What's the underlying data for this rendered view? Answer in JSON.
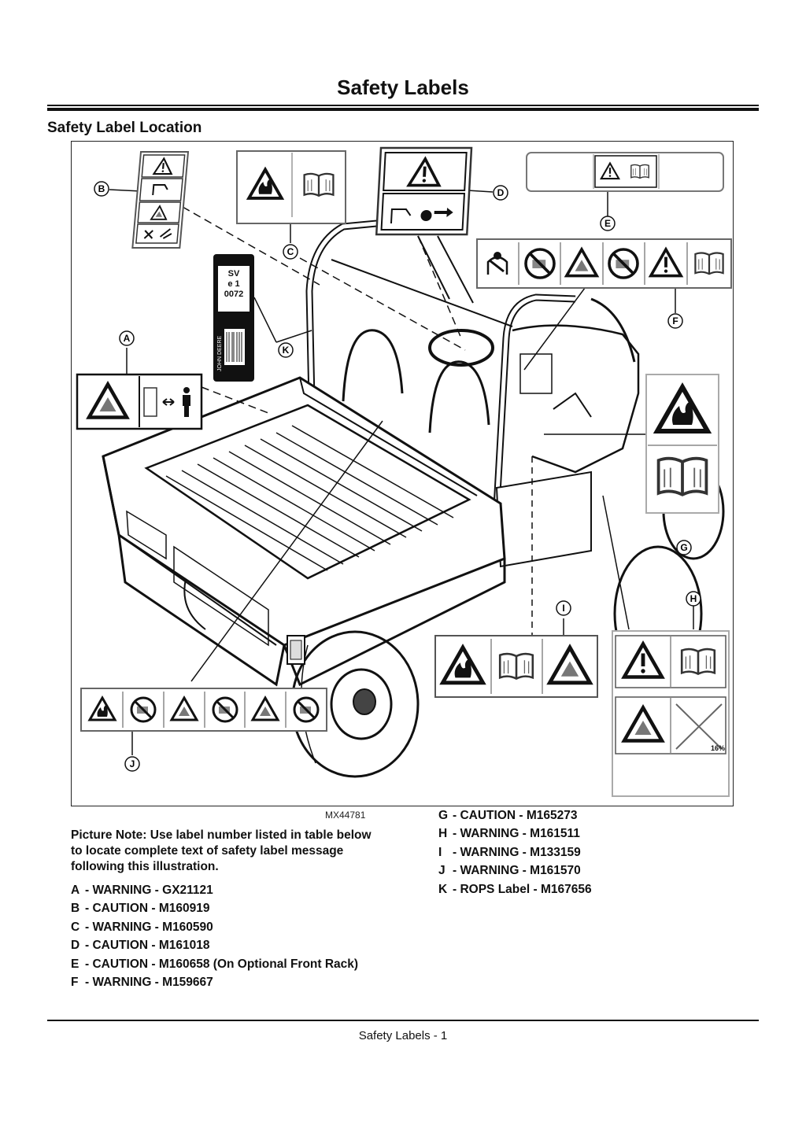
{
  "page": {
    "title": "Safety Labels",
    "section_heading": "Safety Label Location",
    "footer": "Safety Labels - 1"
  },
  "figure": {
    "id": "MX44781",
    "callouts": [
      "A",
      "B",
      "C",
      "D",
      "E",
      "F",
      "G",
      "H",
      "I",
      "J",
      "K"
    ],
    "rops_label": {
      "line1": "SV",
      "line2": "e 1",
      "line3": "0072",
      "brand": "JOHN DEERE"
    },
    "slope_label": "16%"
  },
  "note": "Picture Note: Use label number listed in table below to locate complete text of safety label message following this illustration.",
  "legend_left": [
    {
      "letter": "A",
      "text": "- WARNING - GX21121"
    },
    {
      "letter": "B",
      "text": "- CAUTION - M160919"
    },
    {
      "letter": "C",
      "text": "- WARNING - M160590"
    },
    {
      "letter": "D",
      "text": "- CAUTION - M161018"
    },
    {
      "letter": "E",
      "text": "- CAUTION - M160658 (On Optional Front Rack)"
    },
    {
      "letter": "F",
      "text": "- WARNING - M159667"
    }
  ],
  "legend_right": [
    {
      "letter": "G",
      "text": "- CAUTION - M165273"
    },
    {
      "letter": "H",
      "text": "- WARNING - M161511"
    },
    {
      "letter": "I",
      "text": "- WARNING - M133159"
    },
    {
      "letter": "J",
      "text": "- WARNING - M161570"
    },
    {
      "letter": "K",
      "text": "- ROPS Label - M167656"
    }
  ]
}
